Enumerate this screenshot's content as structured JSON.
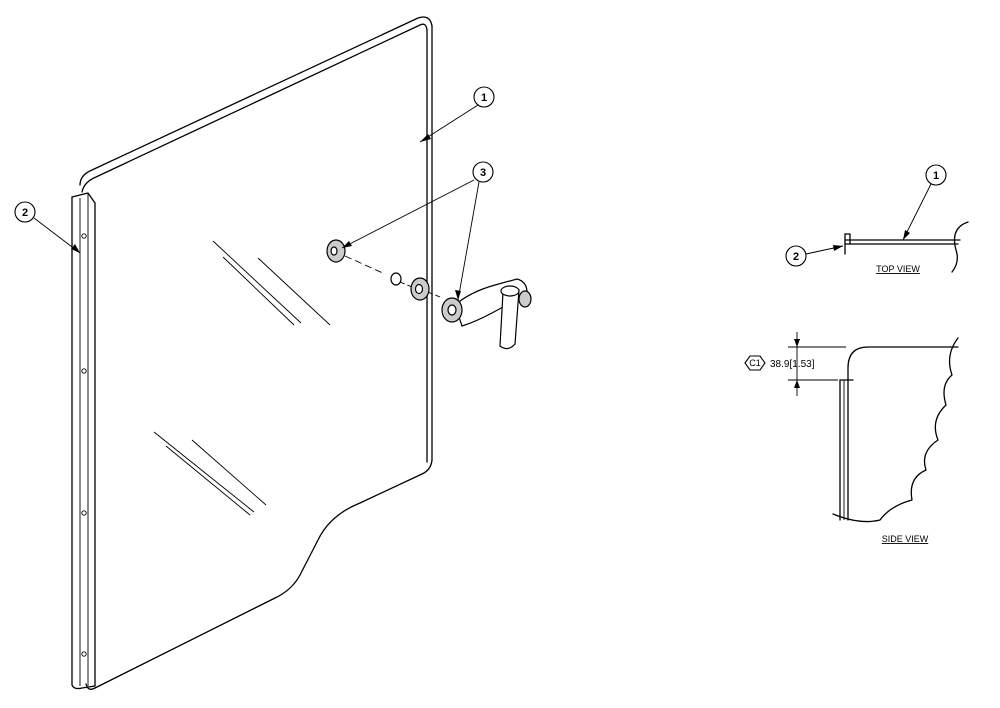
{
  "callouts": {
    "door_glass": "1",
    "hinge_strip": "2",
    "hinge_hardware": "3",
    "top_view_glass": "1",
    "top_view_strip": "2"
  },
  "views": {
    "top_view": "TOP VIEW",
    "side_view": "SIDE VIEW"
  },
  "dimension": {
    "symbol": "C1",
    "value": "38.9[1.53]"
  }
}
